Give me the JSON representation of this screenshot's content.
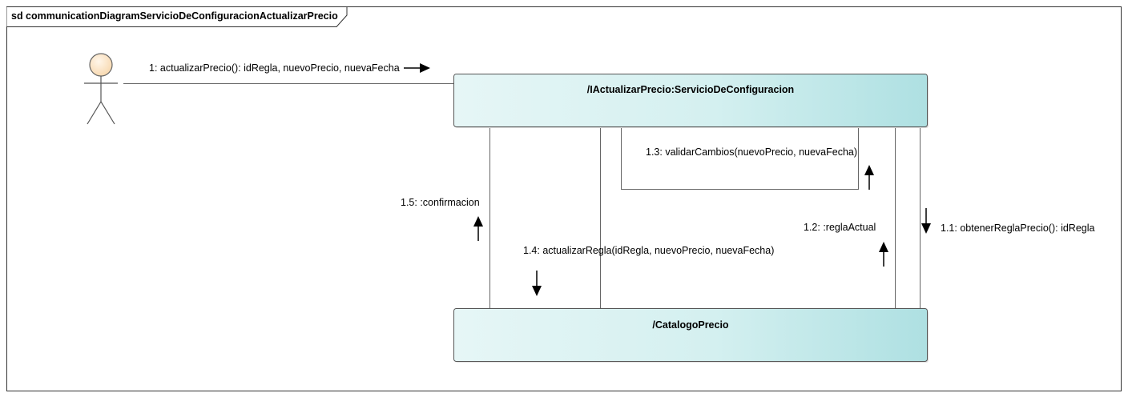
{
  "frame": {
    "title": "sd communicationDiagramServicioDeConfiguracionActualizarPrecio"
  },
  "objects": {
    "servicio": "/IActualizarPrecio:ServicioDeConfiguracion",
    "catalogo": "/CatalogoPrecio"
  },
  "messages": {
    "m1": "1: actualizarPrecio(): idRegla, nuevoPrecio, nuevaFecha",
    "m1_1": "1.1: obtenerReglaPrecio(): idRegla",
    "m1_2": "1.2: :reglaActual",
    "m1_3": "1.3: validarCambios(nuevoPrecio, nuevaFecha)",
    "m1_4": "1.4: actualizarRegla(idRegla, nuevoPrecio, nuevaFecha)",
    "m1_5": "1.5: :confirmacion"
  },
  "colors": {
    "box_left": "#e6f6f6",
    "box_right": "#aee0e2",
    "actor_head": "#fde9cf",
    "line": "#555555",
    "arrow": "#000000"
  }
}
